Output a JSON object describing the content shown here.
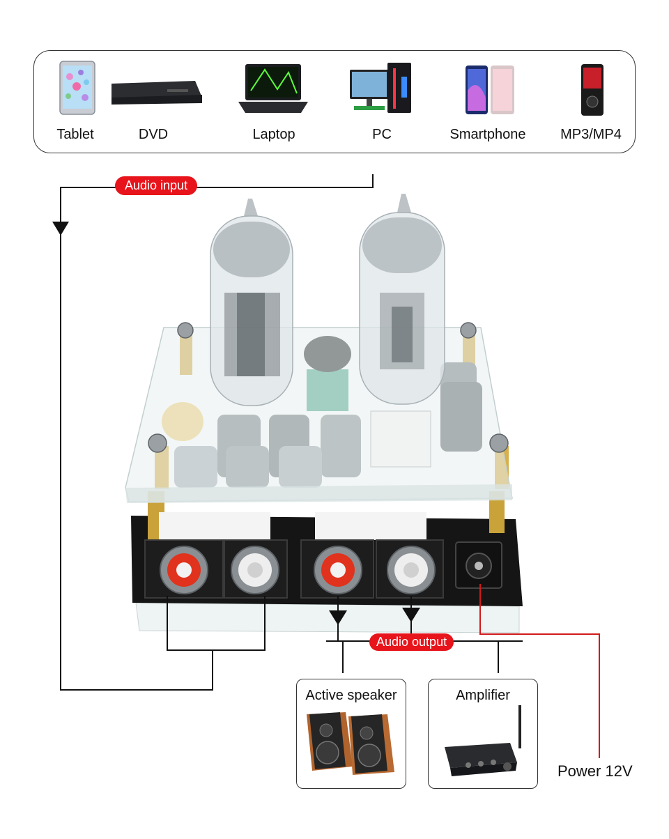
{
  "sources": [
    {
      "label": "Tablet",
      "icon": "tablet-icon"
    },
    {
      "label": "DVD",
      "icon": "dvd-player-icon"
    },
    {
      "label": "Laptop",
      "icon": "laptop-icon"
    },
    {
      "label": "PC",
      "icon": "desktop-pc-icon"
    },
    {
      "label": "Smartphone",
      "icon": "smartphone-icon"
    },
    {
      "label": "MP3/MP4",
      "icon": "mp3-player-icon"
    }
  ],
  "labels": {
    "audio_input": "Audio input",
    "audio_output": "Audio output",
    "power": "Power 12V"
  },
  "outputs": [
    {
      "label": "Active speaker",
      "icon": "bookshelf-speakers-icon"
    },
    {
      "label": "Amplifier",
      "icon": "amplifier-icon"
    }
  ],
  "colors": {
    "accent_red": "#e8141b",
    "line": "#111111",
    "power_line": "#d11a1a"
  }
}
